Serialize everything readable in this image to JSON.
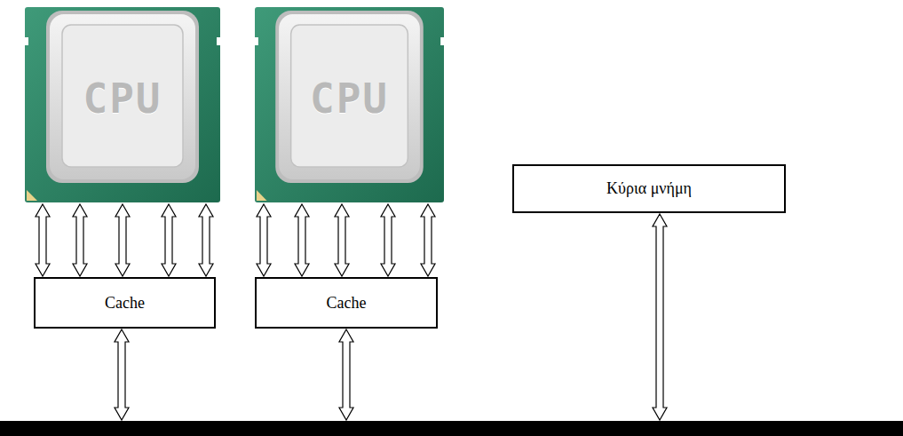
{
  "diagram": {
    "nodes": [
      {
        "text": [
          "CPU"
        ]
      },
      {
        "text": [
          "CPU"
        ]
      },
      {
        "text": [
          "Κύρια μνήμη"
        ]
      },
      {
        "text": [
          "Cache"
        ]
      },
      {
        "text": [
          "Cache"
        ]
      }
    ],
    "edges": [
      {
        "from": 0,
        "to": 3,
        "arrow": "both"
      },
      {
        "from": 0,
        "to": 3,
        "arrow": "both"
      },
      {
        "from": 0,
        "to": 3,
        "arrow": "both"
      },
      {
        "from": 0,
        "to": 3,
        "arrow": "both"
      },
      {
        "from": 0,
        "to": 3,
        "arrow": "both"
      },
      {
        "from": 1,
        "to": 4,
        "arrow": "both"
      },
      {
        "from": 1,
        "to": 4,
        "arrow": "both"
      },
      {
        "from": 1,
        "to": 4,
        "arrow": "both"
      },
      {
        "from": 1,
        "to": 4,
        "arrow": "both"
      },
      {
        "from": 1,
        "to": 4,
        "arrow": "both"
      }
    ]
  }
}
